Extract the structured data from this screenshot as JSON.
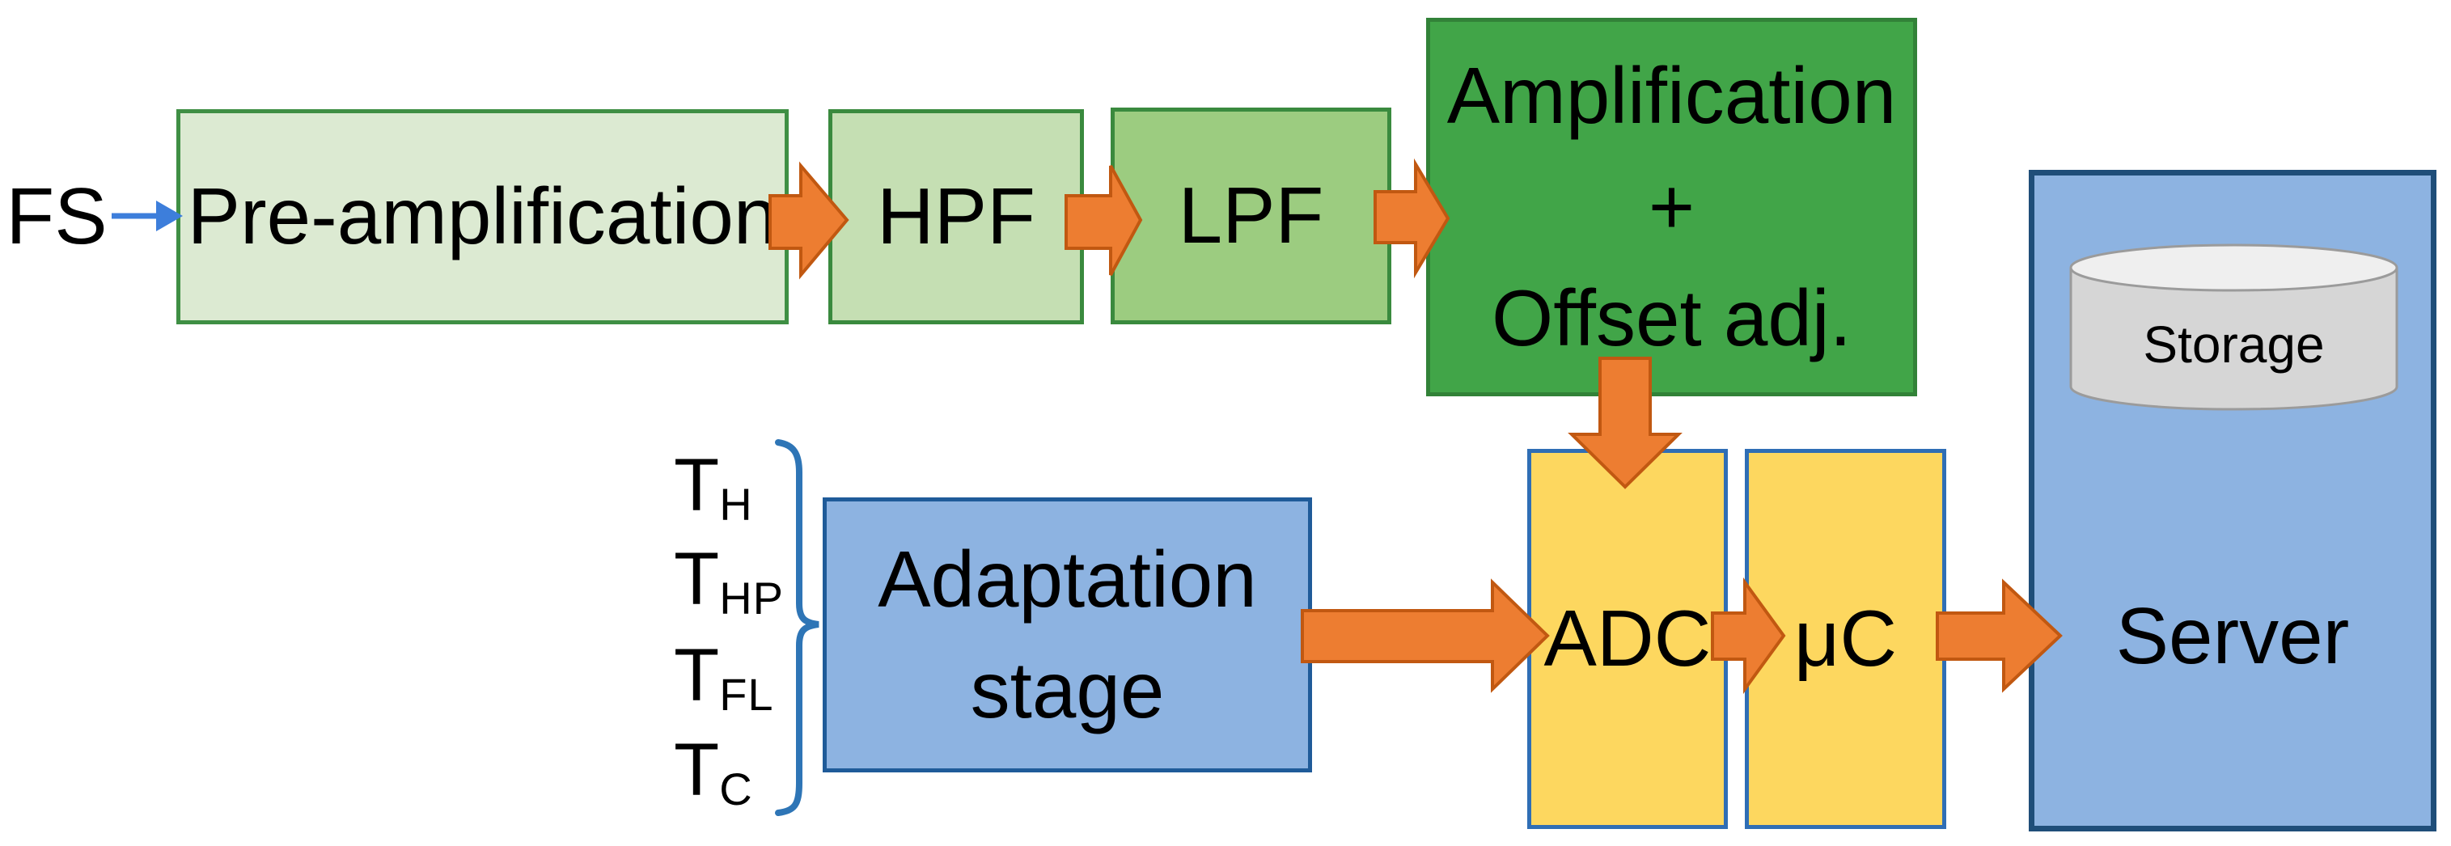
{
  "nodes": {
    "fs": {
      "label": "FS"
    },
    "preamp": {
      "label": "Pre-amplification"
    },
    "hpf": {
      "label": "HPF"
    },
    "lpf": {
      "label": "LPF"
    },
    "amplification": {
      "lines": [
        "Amplification",
        "+",
        "Offset adj."
      ]
    },
    "adaptation": {
      "lines": [
        "Adaptation",
        "stage"
      ]
    },
    "adc": {
      "label": "ADC"
    },
    "mcu": {
      "label": "μC"
    },
    "server": {
      "label": "Server"
    },
    "storage": {
      "label": "Storage"
    }
  },
  "temperature_inputs": [
    {
      "base": "T",
      "sub": "H"
    },
    {
      "base": "T",
      "sub": "HP"
    },
    {
      "base": "T",
      "sub": "FL"
    },
    {
      "base": "T",
      "sub": "C"
    }
  ],
  "edges": [
    {
      "from": "FS",
      "to": "Pre-amplification",
      "style": "thin-blue-arrow"
    },
    {
      "from": "Pre-amplification",
      "to": "HPF",
      "style": "orange-block-arrow"
    },
    {
      "from": "HPF",
      "to": "LPF",
      "style": "orange-block-arrow"
    },
    {
      "from": "LPF",
      "to": "Amplification + Offset adj.",
      "style": "orange-block-arrow"
    },
    {
      "from": "Amplification + Offset adj.",
      "to": "ADC",
      "style": "orange-block-arrow-down"
    },
    {
      "from": "T_H / T_HP / T_FL / T_C",
      "to": "Adaptation stage",
      "style": "blue-curly-brace"
    },
    {
      "from": "Adaptation stage",
      "to": "ADC",
      "style": "orange-block-arrow"
    },
    {
      "from": "ADC",
      "to": "μC",
      "style": "orange-block-arrow"
    },
    {
      "from": "μC",
      "to": "Server",
      "style": "orange-block-arrow"
    }
  ],
  "colors": {
    "box_green_lightest": "#dcead2",
    "box_green_light": "#c5dfb3",
    "box_green_mid": "#9ccc80",
    "box_green_dark": "#41a548",
    "green_border": "#3a8a3e",
    "box_yellow": "#fdd75f",
    "yellow_blue_border": "#2f6eb5",
    "box_blue": "#8db3e1",
    "adaptation_border": "#1f5b99",
    "server_border": "#1f4e79",
    "arrow_orange_fill": "#ed7d31",
    "arrow_orange_border": "#c15811",
    "fs_arrow_blue": "#3d7edb",
    "brace_blue": "#2e75b6",
    "cylinder_gray": "#d6d6d6"
  }
}
